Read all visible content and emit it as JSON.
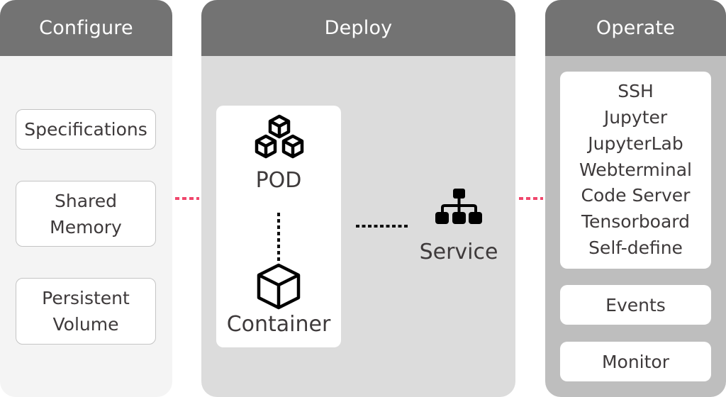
{
  "colors": {
    "header_bg": "#737373",
    "configure_bg": "#f4f4f4",
    "deploy_bg": "#dcdcdc",
    "operate_bg": "#bebebe",
    "connector": "#f0466c",
    "text": "#3e3a3b"
  },
  "configure": {
    "title": "Configure",
    "items": [
      {
        "label": "Specifications"
      },
      {
        "line1": "Shared",
        "line2": "Memory"
      },
      {
        "line1": "Persistent",
        "line2": "Volume"
      }
    ]
  },
  "deploy": {
    "title": "Deploy",
    "pod": {
      "label": "POD",
      "icon": "cubes-icon"
    },
    "container": {
      "label": "Container",
      "icon": "cube-icon"
    },
    "service": {
      "label": "Service",
      "icon": "sitemap-icon"
    }
  },
  "operate": {
    "title": "Operate",
    "tools": [
      "SSH",
      "Jupyter",
      "JupyterLab",
      "Webterminal",
      "Code Server",
      "Tensorboard",
      "Self-define"
    ],
    "events": "Events",
    "monitor": "Monitor"
  }
}
